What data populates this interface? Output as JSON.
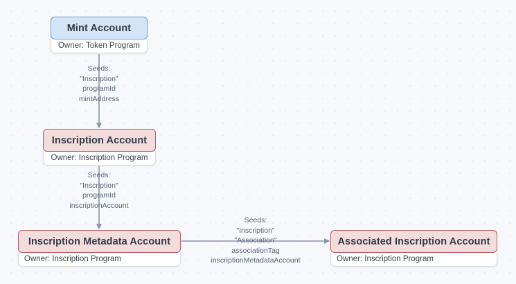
{
  "diagram": {
    "type": "flow-diagram",
    "background": "#f7f8fc",
    "colors": {
      "blue_fill": "#d3e4f7",
      "blue_border": "#6b9fd8",
      "pink_fill": "#f2dcdc",
      "pink_border": "#b55e5e",
      "owner_fill": "#ffffff",
      "owner_border": "#d9dde5",
      "edge_stroke": "#8b93a6",
      "title_text": "#343b48",
      "label_text": "#5b6579"
    },
    "nodes": [
      {
        "id": "mint-account",
        "title": "Mint Account",
        "owner": "Owner: Token Program",
        "color": "blue"
      },
      {
        "id": "inscription-account",
        "title": "Inscription Account",
        "owner": "Owner: Inscription Program",
        "color": "pink"
      },
      {
        "id": "inscription-metadata-account",
        "title": "Inscription Metadata Account",
        "owner": "Owner: Inscription Program",
        "color": "pink"
      },
      {
        "id": "associated-inscription-account",
        "title": "Associated Inscription Account",
        "owner": "Owner: Inscription Program",
        "color": "pink"
      }
    ],
    "edges": [
      {
        "id": "mint-to-inscription",
        "from": "mint-account",
        "to": "inscription-account",
        "direction": "vertical",
        "label_lines": [
          "Seeds:",
          "\"Inscription\"",
          "programId",
          "mintAddress"
        ]
      },
      {
        "id": "inscription-to-metadata",
        "from": "inscription-account",
        "to": "inscription-metadata-account",
        "direction": "vertical",
        "label_lines": [
          "Seeds:",
          "\"Inscription\"",
          "programId",
          "inscriptionAccount"
        ]
      },
      {
        "id": "metadata-to-associated",
        "from": "inscription-metadata-account",
        "to": "associated-inscription-account",
        "direction": "horizontal",
        "label_lines": [
          "Seeds:",
          "\"Inscription\"",
          "\"Association\"",
          "associationTag",
          "inscriptionMetadataAccount"
        ]
      }
    ]
  }
}
